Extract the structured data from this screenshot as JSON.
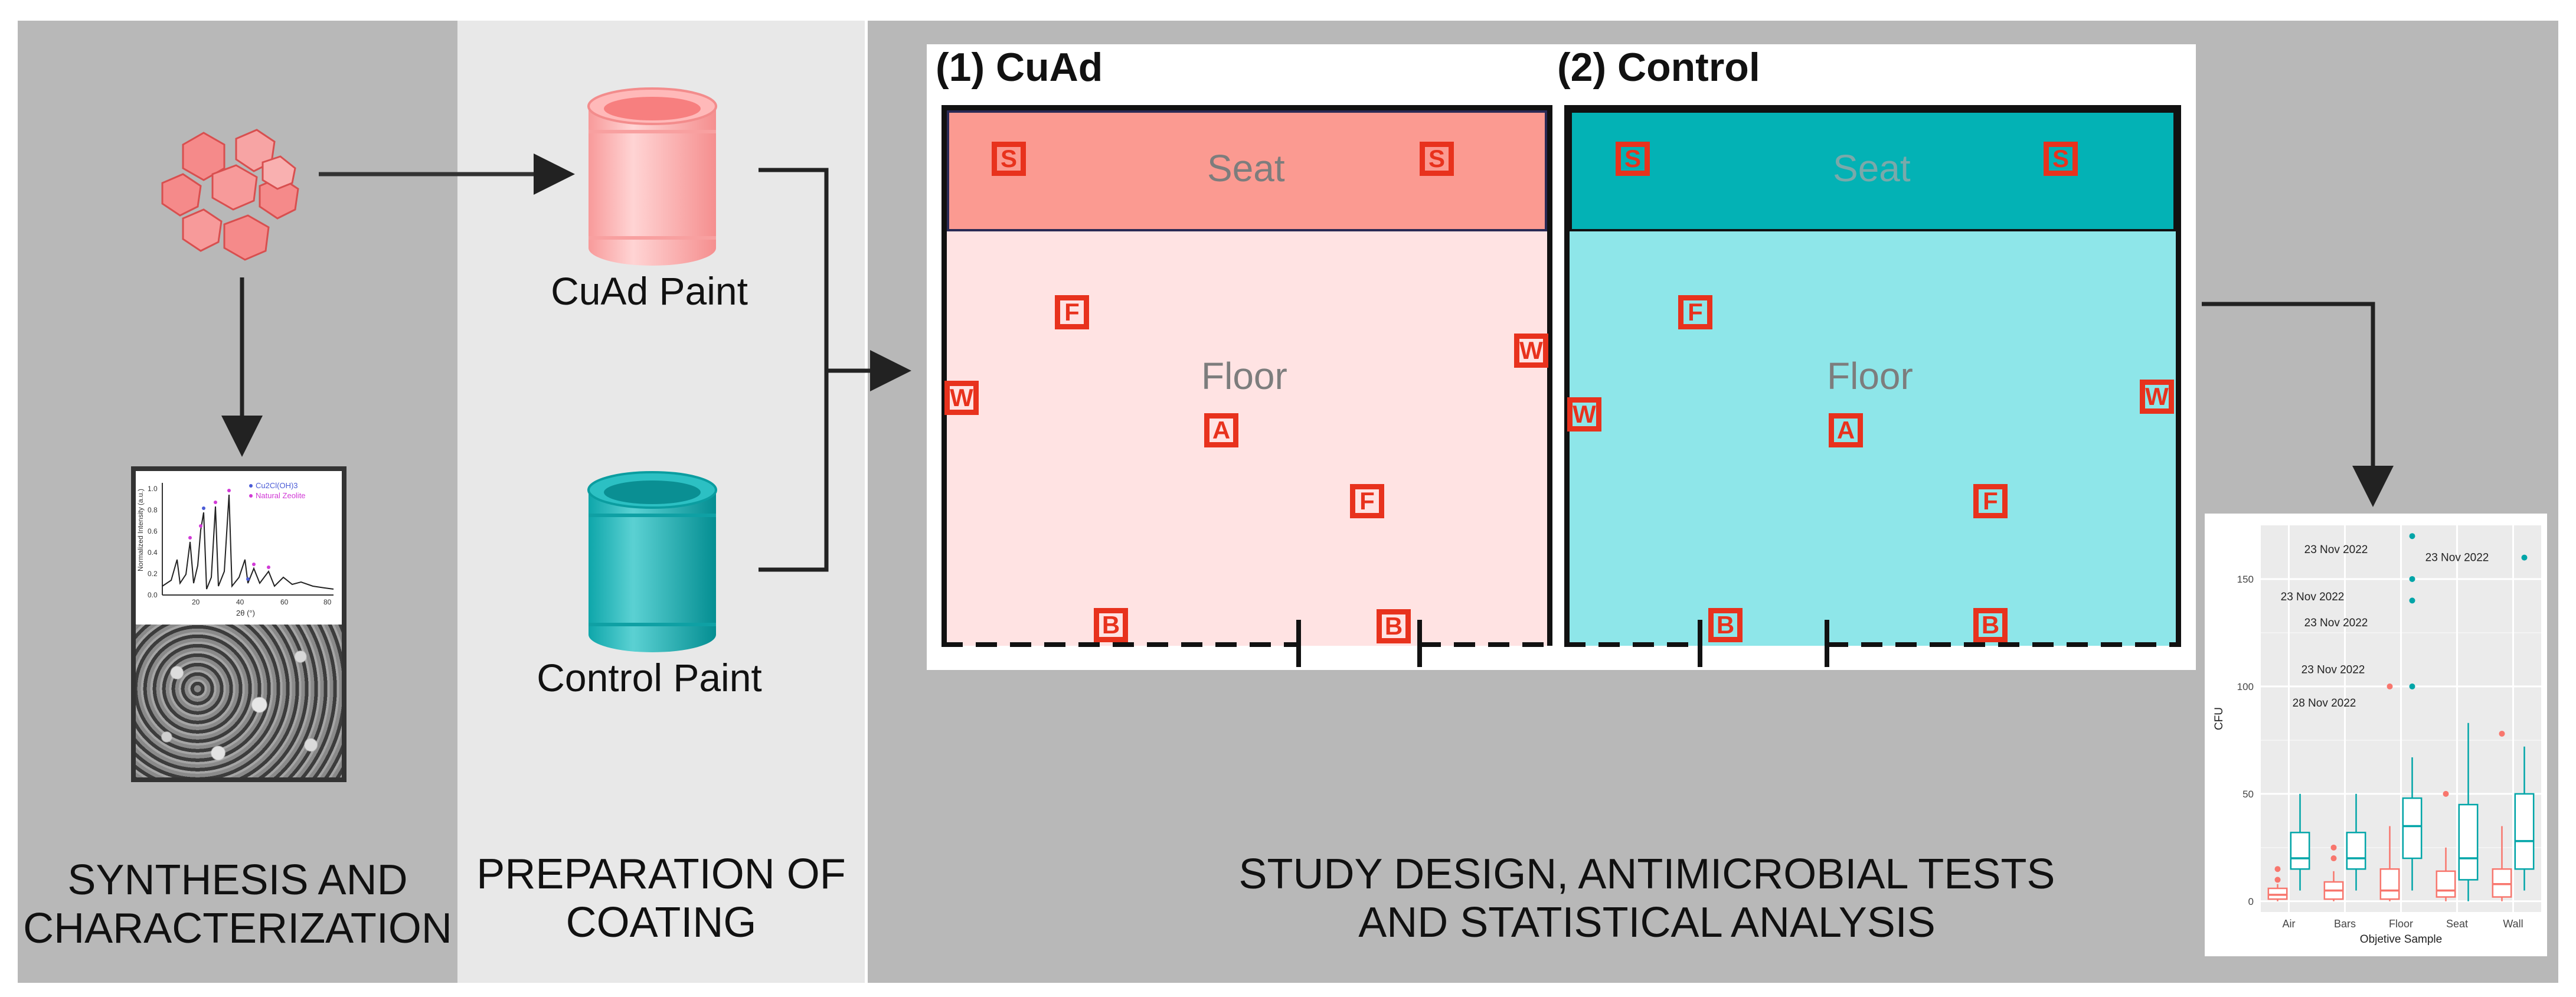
{
  "sections": {
    "synthesis": "SYNTHESIS AND\nCHARACTERIZATION",
    "coating": "PREPARATION OF\nCOATING",
    "study": "STUDY DESIGN, ANTIMICROBIAL TESTS\nAND STATISTICAL ANALYSIS"
  },
  "paints": {
    "cuad": "CuAd Paint",
    "control": "Control Paint"
  },
  "rooms": {
    "cuad": {
      "heading": "(1) CuAd",
      "seat": "Seat",
      "floor": "Floor"
    },
    "control": {
      "heading": "(2) Control",
      "seat": "Seat",
      "floor": "Floor"
    }
  },
  "markers": {
    "S": "S",
    "F": "F",
    "W": "W",
    "A": "A",
    "B": "B"
  },
  "xrd": {
    "legend": [
      "Cu2Cl(OH)3",
      "Natural Zeolite"
    ],
    "ylabel": "Normalized Intensity (a.u.)",
    "xlabel": "2θ (°)",
    "xticks": [
      "20",
      "40",
      "60",
      "80"
    ],
    "yticks": [
      "0.0",
      "0.2",
      "0.4",
      "0.6",
      "0.8",
      "1.0"
    ]
  },
  "colors": {
    "cuad": "#f8766d",
    "control": "#00a5a8",
    "marker": "#e8321d"
  },
  "chart_data": {
    "type": "box",
    "xlabel": "Objetive Sample",
    "ylabel": "CFU",
    "ylim": [
      -5,
      175
    ],
    "yticks": [
      0,
      50,
      100,
      150
    ],
    "categories": [
      "Air",
      "Bars",
      "Floor",
      "Seat",
      "Wall"
    ],
    "series": [
      {
        "color": "#f8766d",
        "boxes": [
          {
            "min": 0,
            "q1": 1,
            "median": 3,
            "q3": 6,
            "max": 8,
            "outliers": [
              10,
              15
            ]
          },
          {
            "min": 0,
            "q1": 1,
            "median": 5,
            "q3": 9,
            "max": 14,
            "outliers": [
              20,
              25
            ]
          },
          {
            "min": 0,
            "q1": 1,
            "median": 5,
            "q3": 15,
            "max": 35,
            "outliers": []
          },
          {
            "min": 0,
            "q1": 2,
            "median": 5,
            "q3": 14,
            "max": 25,
            "outliers": [
              50
            ]
          },
          {
            "min": 0,
            "q1": 2,
            "median": 8,
            "q3": 15,
            "max": 35,
            "outliers": [
              78
            ]
          }
        ]
      },
      {
        "color": "#00a5a8",
        "boxes": [
          {
            "min": 5,
            "q1": 15,
            "median": 20,
            "q3": 32,
            "max": 50,
            "outliers": []
          },
          {
            "min": 5,
            "q1": 15,
            "median": 20,
            "q3": 32,
            "max": 50,
            "outliers": []
          },
          {
            "min": 5,
            "q1": 20,
            "median": 35,
            "q3": 48,
            "max": 67,
            "outliers": [
              100,
              140,
              150,
              170
            ]
          },
          {
            "min": 0,
            "q1": 10,
            "median": 20,
            "q3": 45,
            "max": 83,
            "outliers": []
          },
          {
            "min": 5,
            "q1": 15,
            "median": 28,
            "q3": 50,
            "max": 72,
            "outliers": [
              160
            ]
          }
        ]
      }
    ],
    "red_outlier_floor": 100,
    "annotations": [
      {
        "text": "23 Nov 2022",
        "x": "Floor",
        "y": 167
      },
      {
        "text": "23 Nov 2022",
        "x": "Wall",
        "y": 160
      },
      {
        "text": "23 Nov 2022",
        "x": "Floor",
        "y": 145
      },
      {
        "text": "23 Nov 2022",
        "x": "Floor",
        "y": 133
      },
      {
        "text": "23 Nov 2022",
        "x": "Floor",
        "y": 104
      },
      {
        "text": "28 Nov 2022",
        "x": "Floor",
        "y": 94
      }
    ]
  }
}
